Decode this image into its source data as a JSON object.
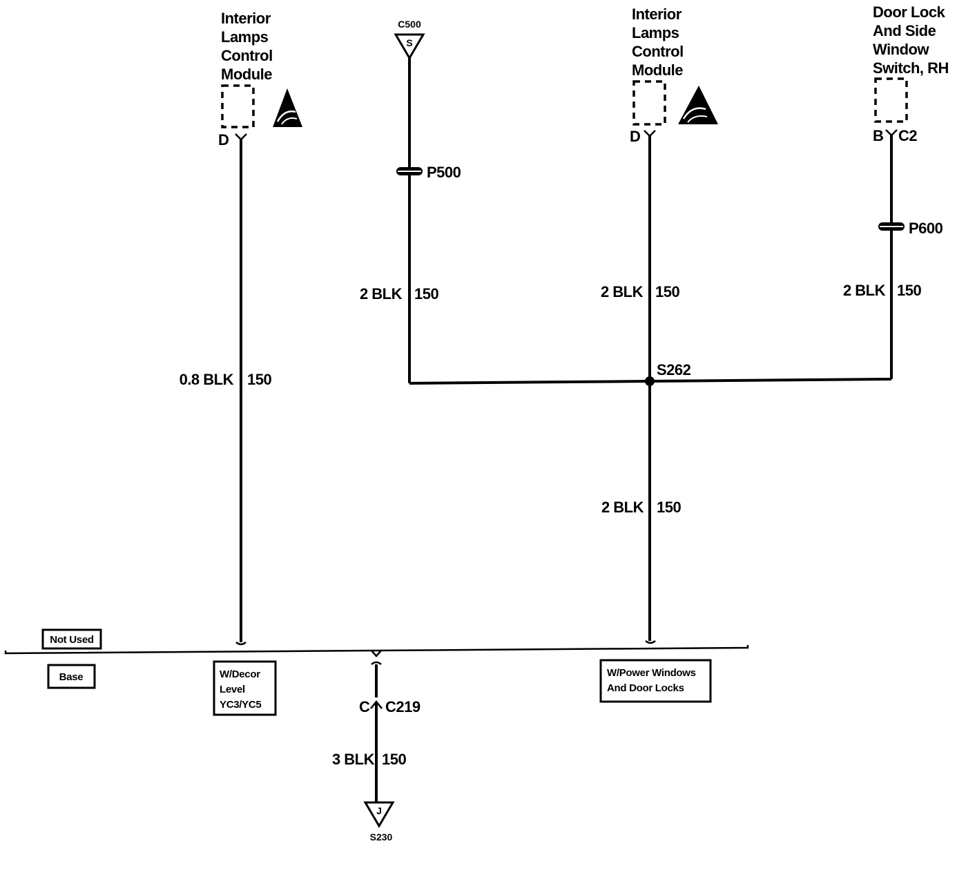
{
  "components": {
    "ilcm_left": {
      "title": [
        "Interior",
        "Lamps",
        "Control",
        "Module"
      ],
      "pin": "D"
    },
    "c500": {
      "connector": "C500",
      "pin": "S"
    },
    "ilcm_right": {
      "title": [
        "Interior",
        "Lamps",
        "Control",
        "Module"
      ],
      "pin": "D"
    },
    "door_switch": {
      "title": [
        "Door Lock",
        "And Side",
        "Window",
        "Switch, RH"
      ],
      "pin": "B",
      "connector": "C2"
    }
  },
  "pass_throughs": {
    "p500": "P500",
    "p600": "P600"
  },
  "splice": "S262",
  "wires": {
    "ilcm_left": {
      "size_color": "0.8 BLK",
      "circuit": "150"
    },
    "c500": {
      "size_color": "2 BLK",
      "circuit": "150"
    },
    "ilcm_right": {
      "size_color": "2 BLK",
      "circuit": "150"
    },
    "door_switch": {
      "size_color": "2 BLK",
      "circuit": "150"
    },
    "s262_down": {
      "size_color": "2 BLK",
      "circuit": "150"
    },
    "c219_down": {
      "size_color": "3 BLK",
      "circuit": "150"
    }
  },
  "options": {
    "not_used": "Not Used",
    "base": "Base",
    "decor": [
      "W/Decor",
      "Level",
      "YC3/YC5"
    ],
    "power": [
      "W/Power Windows",
      "And Door Locks"
    ]
  },
  "bottom_connector": {
    "pin": "C",
    "connector": "C219"
  },
  "ground": {
    "pin": "J",
    "name": "S230"
  }
}
